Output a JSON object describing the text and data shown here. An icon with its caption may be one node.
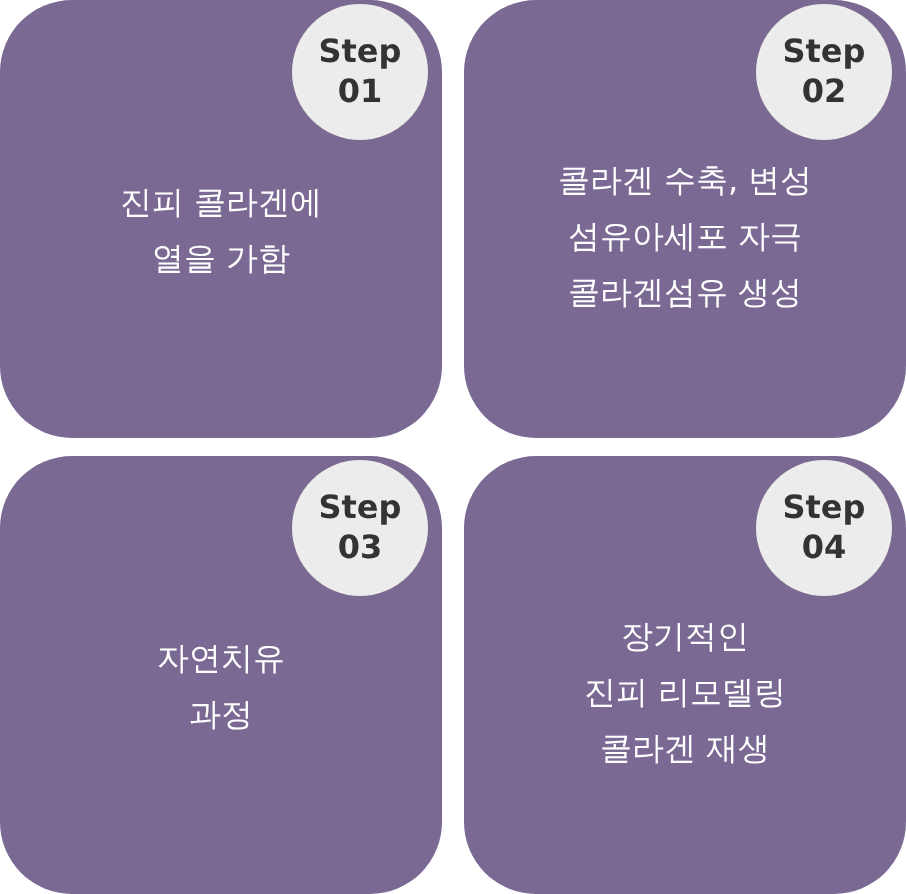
{
  "diagram": {
    "nodes": [
      {
        "text": [
          "진피 콜라겐에 열을 가함"
        ]
      },
      {
        "text": [
          "Step 01"
        ],
        "in": 0
      },
      {
        "text": [
          "콜라겐 수축, 변성 섬유아세포 자극 콜라겐섬유 생성"
        ]
      },
      {
        "text": [
          "Step 02"
        ],
        "in": 2
      },
      {
        "text": [
          "자연치유 과정"
        ]
      },
      {
        "text": [
          "Step 03"
        ],
        "in": 4
      },
      {
        "text": [
          "장기적인 진피 리모델링 콜라겐 재생"
        ]
      },
      {
        "text": [
          "Step 04"
        ],
        "in": 6
      }
    ]
  }
}
